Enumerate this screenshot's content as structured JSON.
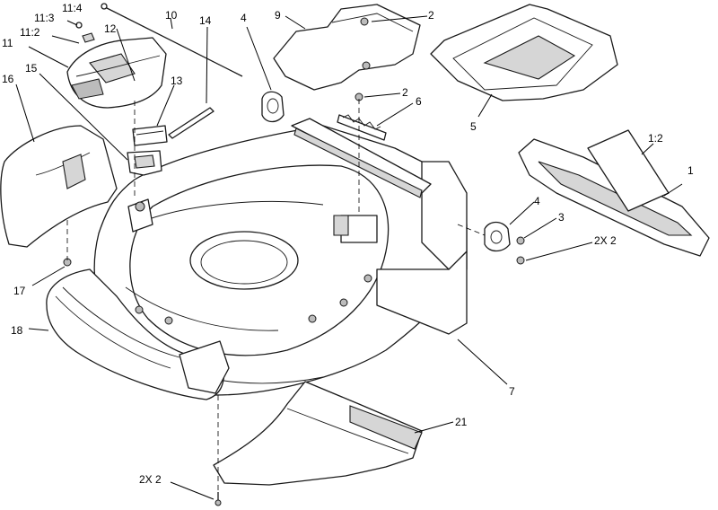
{
  "callouts": [
    {
      "id": "c-1",
      "text": "1"
    },
    {
      "id": "c-1-2",
      "text": "1:2"
    },
    {
      "id": "c-2a",
      "text": "2"
    },
    {
      "id": "c-2b",
      "text": "2"
    },
    {
      "id": "c-3",
      "text": "3"
    },
    {
      "id": "c-2x2-right",
      "text": "2X 2"
    },
    {
      "id": "c-4a",
      "text": "4"
    },
    {
      "id": "c-4b",
      "text": "4"
    },
    {
      "id": "c-5",
      "text": "5"
    },
    {
      "id": "c-6",
      "text": "6"
    },
    {
      "id": "c-7",
      "text": "7"
    },
    {
      "id": "c-9",
      "text": "9"
    },
    {
      "id": "c-10",
      "text": "10"
    },
    {
      "id": "c-11",
      "text": "11"
    },
    {
      "id": "c-11-2",
      "text": "11:2"
    },
    {
      "id": "c-11-3",
      "text": "11:3"
    },
    {
      "id": "c-11-4",
      "text": "11:4"
    },
    {
      "id": "c-12",
      "text": "12"
    },
    {
      "id": "c-13",
      "text": "13"
    },
    {
      "id": "c-14",
      "text": "14"
    },
    {
      "id": "c-15",
      "text": "15"
    },
    {
      "id": "c-16",
      "text": "16"
    },
    {
      "id": "c-17",
      "text": "17"
    },
    {
      "id": "c-18",
      "text": "18"
    },
    {
      "id": "c-21",
      "text": "21"
    },
    {
      "id": "c-2x2-bottom",
      "text": "2X 2"
    }
  ]
}
